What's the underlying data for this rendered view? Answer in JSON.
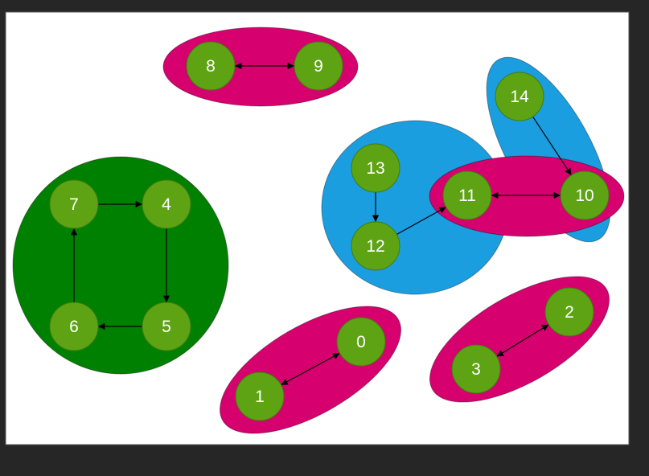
{
  "colors": {
    "frame_bg": "#262626",
    "canvas_bg": "#ffffff",
    "canvas_border": "#555555",
    "magenta": "#d6006f",
    "blue": "#1a9ee0",
    "dark_green": "#008000",
    "node_fill": "#5ea314",
    "node_stroke": "#3f7d0c",
    "node_text": "#ffffff",
    "edge": "#000000"
  },
  "graph": {
    "nodes": [
      {
        "id": "0",
        "label": "0"
      },
      {
        "id": "1",
        "label": "1"
      },
      {
        "id": "2",
        "label": "2"
      },
      {
        "id": "3",
        "label": "3"
      },
      {
        "id": "4",
        "label": "4"
      },
      {
        "id": "5",
        "label": "5"
      },
      {
        "id": "6",
        "label": "6"
      },
      {
        "id": "7",
        "label": "7"
      },
      {
        "id": "8",
        "label": "8"
      },
      {
        "id": "9",
        "label": "9"
      },
      {
        "id": "10",
        "label": "10"
      },
      {
        "id": "11",
        "label": "11"
      },
      {
        "id": "12",
        "label": "12"
      },
      {
        "id": "13",
        "label": "13"
      },
      {
        "id": "14",
        "label": "14"
      }
    ],
    "edges": [
      {
        "from": "1",
        "to": "0",
        "bidirectional": true
      },
      {
        "from": "3",
        "to": "2",
        "bidirectional": true
      },
      {
        "from": "8",
        "to": "9",
        "bidirectional": true
      },
      {
        "from": "11",
        "to": "10",
        "bidirectional": true
      },
      {
        "from": "7",
        "to": "4",
        "bidirectional": false
      },
      {
        "from": "4",
        "to": "5",
        "bidirectional": false
      },
      {
        "from": "5",
        "to": "6",
        "bidirectional": false
      },
      {
        "from": "6",
        "to": "7",
        "bidirectional": false
      },
      {
        "from": "13",
        "to": "12",
        "bidirectional": false
      },
      {
        "from": "12",
        "to": "11",
        "bidirectional": false
      },
      {
        "from": "14",
        "to": "10",
        "bidirectional": false
      }
    ],
    "groups": [
      {
        "name": "group-8-9",
        "color": "magenta",
        "members": [
          "8",
          "9"
        ]
      },
      {
        "name": "group-14-10",
        "color": "blue",
        "members": [
          "14",
          "10"
        ]
      },
      {
        "name": "group-13-12-11",
        "color": "blue",
        "members": [
          "13",
          "12",
          "11"
        ]
      },
      {
        "name": "group-11-10",
        "color": "magenta",
        "members": [
          "11",
          "10"
        ]
      },
      {
        "name": "group-7-4-5-6",
        "color": "dark_green",
        "members": [
          "7",
          "4",
          "5",
          "6"
        ]
      },
      {
        "name": "group-0-1",
        "color": "magenta",
        "members": [
          "0",
          "1"
        ]
      },
      {
        "name": "group-2-3",
        "color": "magenta",
        "members": [
          "2",
          "3"
        ]
      }
    ]
  }
}
